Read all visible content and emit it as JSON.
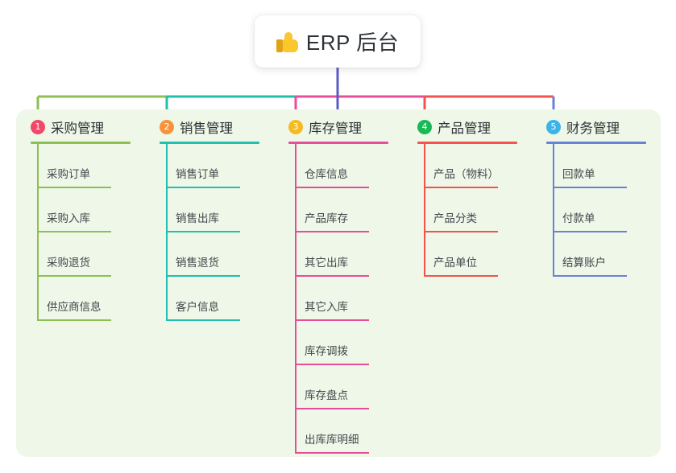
{
  "diagram": {
    "type": "mindmap",
    "root": {
      "icon": "thumbs-up-icon",
      "title": "ERP 后台"
    },
    "panel_color": "#eef7e8",
    "root_stem_color": "#5b5bc4",
    "branches": [
      {
        "index": "1",
        "title": "采购管理",
        "badge_color": "#f2496a",
        "line_color": "#8cc152",
        "items": [
          {
            "label": "采购订单"
          },
          {
            "label": "采购入库"
          },
          {
            "label": "采购退货"
          },
          {
            "label": "供应商信息"
          }
        ]
      },
      {
        "index": "2",
        "title": "销售管理",
        "badge_color": "#f6943b",
        "line_color": "#21c0ae",
        "items": [
          {
            "label": "销售订单"
          },
          {
            "label": "销售出库"
          },
          {
            "label": "销售退货"
          },
          {
            "label": "客户信息"
          }
        ]
      },
      {
        "index": "3",
        "title": "库存管理",
        "badge_color": "#f5bb23",
        "line_color": "#e84d9c",
        "items": [
          {
            "label": "仓库信息"
          },
          {
            "label": "产品库存"
          },
          {
            "label": "其它出库"
          },
          {
            "label": "其它入库"
          },
          {
            "label": "库存调拨"
          },
          {
            "label": "库存盘点"
          },
          {
            "label": "出库库明细"
          }
        ]
      },
      {
        "index": "4",
        "title": "产品管理",
        "badge_color": "#19b955",
        "line_color": "#f4534d",
        "items": [
          {
            "label": "产品（物料）"
          },
          {
            "label": "产品分类"
          },
          {
            "label": "产品单位"
          }
        ]
      },
      {
        "index": "5",
        "title": "财务管理",
        "badge_color": "#3bb4e8",
        "line_color": "#6a82d6",
        "items": [
          {
            "label": "回款单"
          },
          {
            "label": "付款单"
          },
          {
            "label": "结算账户"
          }
        ]
      }
    ]
  }
}
